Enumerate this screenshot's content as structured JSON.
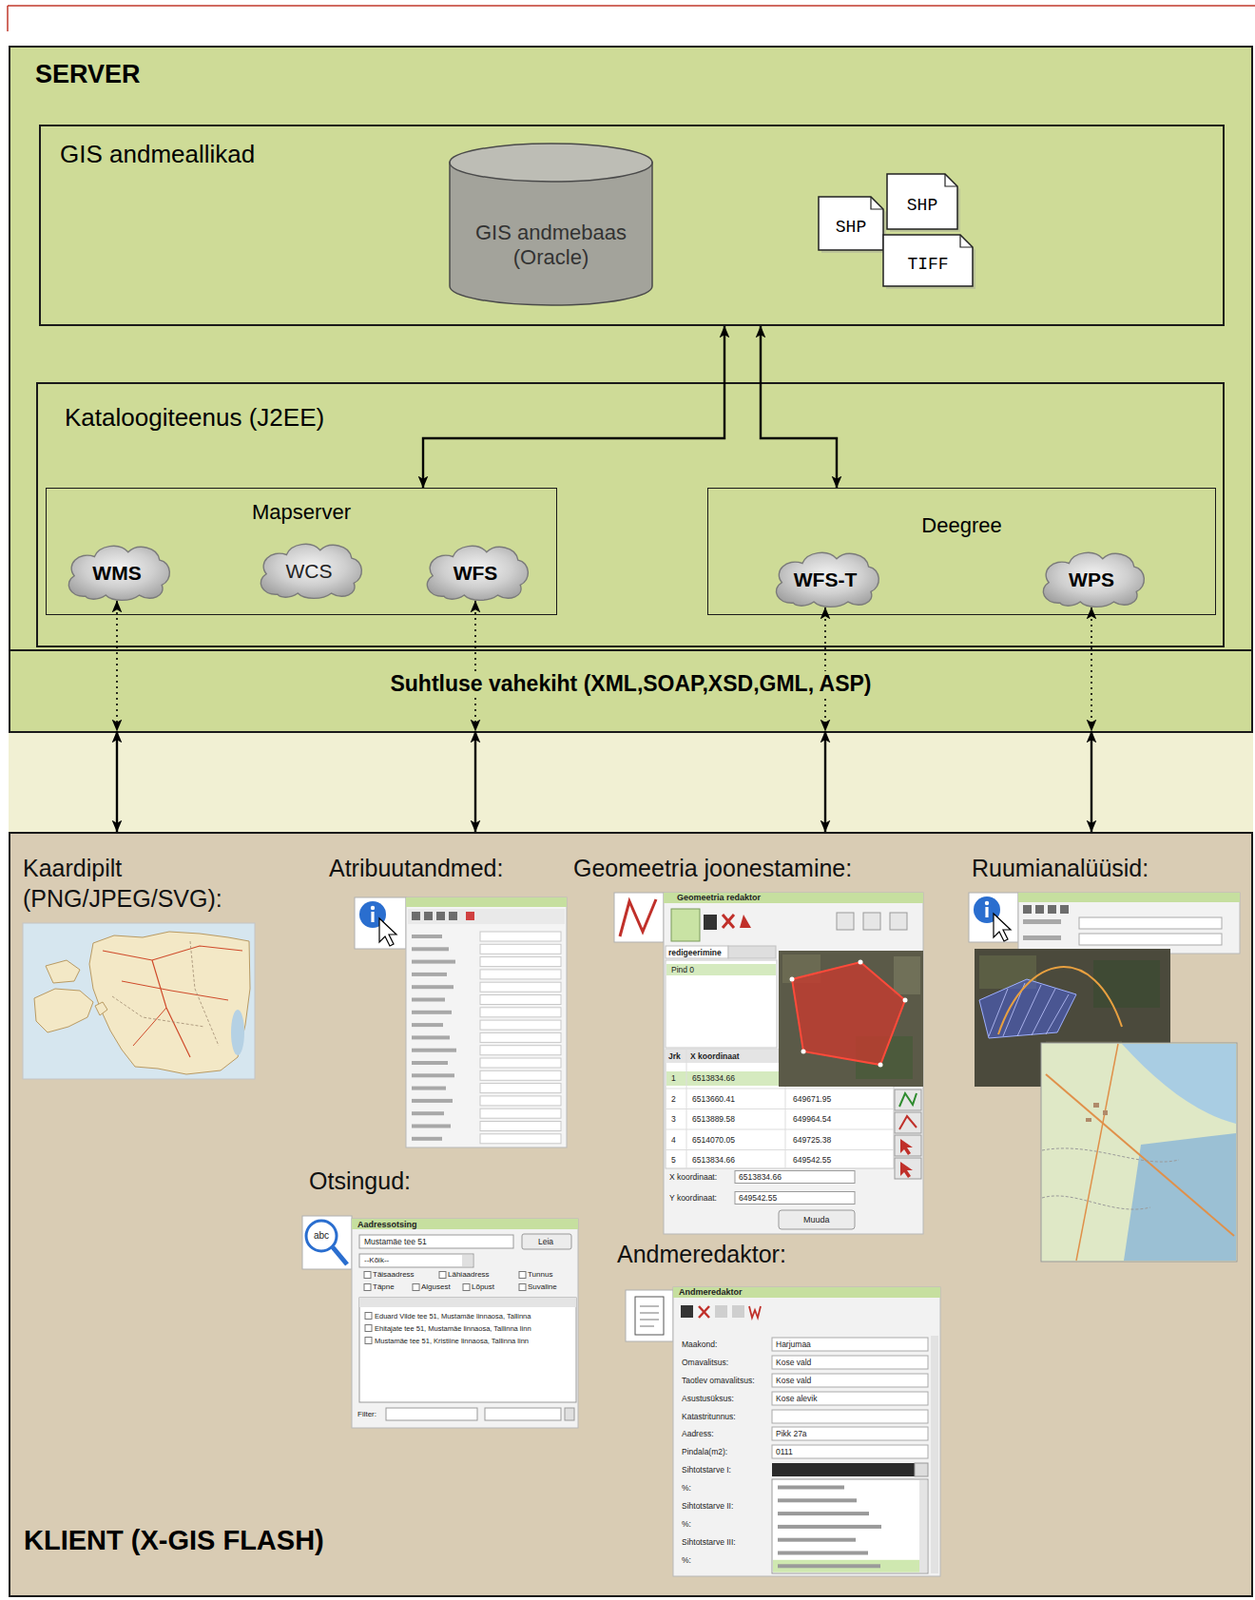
{
  "diagram": {
    "nodes": [
      {
        "text": [
          "SERVER"
        ]
      },
      {
        "text": [
          "GIS andmeallikad"
        ],
        "in": 0
      },
      {
        "text": [
          "GIS andmebaas (Oracle)"
        ],
        "in": 1
      },
      {
        "text": [
          "SHP"
        ],
        "in": 1
      },
      {
        "text": [
          "SHP"
        ],
        "in": 1
      },
      {
        "text": [
          "TIFF"
        ],
        "in": 1
      },
      {
        "text": [
          "Kataloogiteenus (J2EE)"
        ],
        "in": 0
      },
      {
        "text": [
          "Mapserver"
        ],
        "in": 6
      },
      {
        "text": [
          "WMS"
        ],
        "in": 7
      },
      {
        "text": [
          "WCS"
        ],
        "in": 7
      },
      {
        "text": [
          "WFS"
        ],
        "in": 7
      },
      {
        "text": [
          "Deegree"
        ],
        "in": 6
      },
      {
        "text": [
          "WFS-T"
        ],
        "in": 11
      },
      {
        "text": [
          "WPS"
        ],
        "in": 11
      },
      {
        "text": [
          "Suhtluse vahekiht (XML,SOAP,XSD,GML, ASP)"
        ],
        "in": 0
      },
      {
        "text": [
          "KLIENT (X-GIS FLASH)"
        ]
      }
    ],
    "edges": [
      {
        "from": 1,
        "to": 7,
        "arrow": "both"
      },
      {
        "from": 1,
        "to": 11,
        "arrow": "both"
      },
      {
        "from": 8,
        "to": 14,
        "arrow": "both"
      },
      {
        "from": 10,
        "to": 14,
        "arrow": "both"
      },
      {
        "from": 12,
        "to": 14,
        "arrow": "both"
      },
      {
        "from": 13,
        "to": 14,
        "arrow": "both"
      },
      {
        "from": 14,
        "to": 15,
        "arrow": "both"
      },
      {
        "from": 14,
        "to": 15,
        "arrow": "both"
      },
      {
        "from": 14,
        "to": 15,
        "arrow": "both"
      },
      {
        "from": 14,
        "to": 15,
        "arrow": "both"
      }
    ],
    "labels": [
      "Kaardipilt (PNG/JPEG/SVG):",
      "Atribuutandmed:",
      "Geomeetria joonestamine:",
      "Ruumianalüüsid:",
      "Otsingud:",
      "Andmeredaktor:",
      "Geomeetria redaktor",
      "redigeerimine",
      "Pind 0",
      "Jrk",
      "X koordinaat",
      "1",
      "6513834.66",
      "2",
      "6513660.41",
      "649671.95",
      "3",
      "6513889.58",
      "649964.54",
      "4",
      "6514070.05",
      "649725.38",
      "5",
      "6513834.66",
      "649542.55",
      "X koordinaat:",
      "6513834.66",
      "Y koordinaat:",
      "649542.55",
      "Muuda",
      "Aadressotsing",
      "Mustamäe tee 51",
      "Leia",
      "--Kõik--",
      "Täisaadress",
      "Lähiaadress",
      "Tunnus",
      "Täpne",
      "Algusest",
      "Lõpust",
      "Suvaline",
      "Eduard Vilde tee 51, Mustamäe linnaosa, Tallinna",
      "Ehitajate tee 51, Mustamäe linnaosa, Tallinna linn",
      "Mustamäe tee 51, Kristiine linnaosa, Tallinna linn",
      "Filter:",
      "Andmeredaktor",
      "Maakond:",
      "Harjumaa",
      "Omavalitsus:",
      "Kose vald",
      "Taotlev omavalitsus:",
      "Kose vald",
      "Asustusüksus:",
      "Kose alevik",
      "Katastritunnus:",
      "Aadress:",
      "Pikk 27a",
      "Pindala(m2):",
      "0111",
      "Sihtotstarve I:",
      "%:",
      "Sihtotstarve II:",
      "%:",
      "Sihtotstarve III:",
      "%:",
      "abc"
    ]
  }
}
